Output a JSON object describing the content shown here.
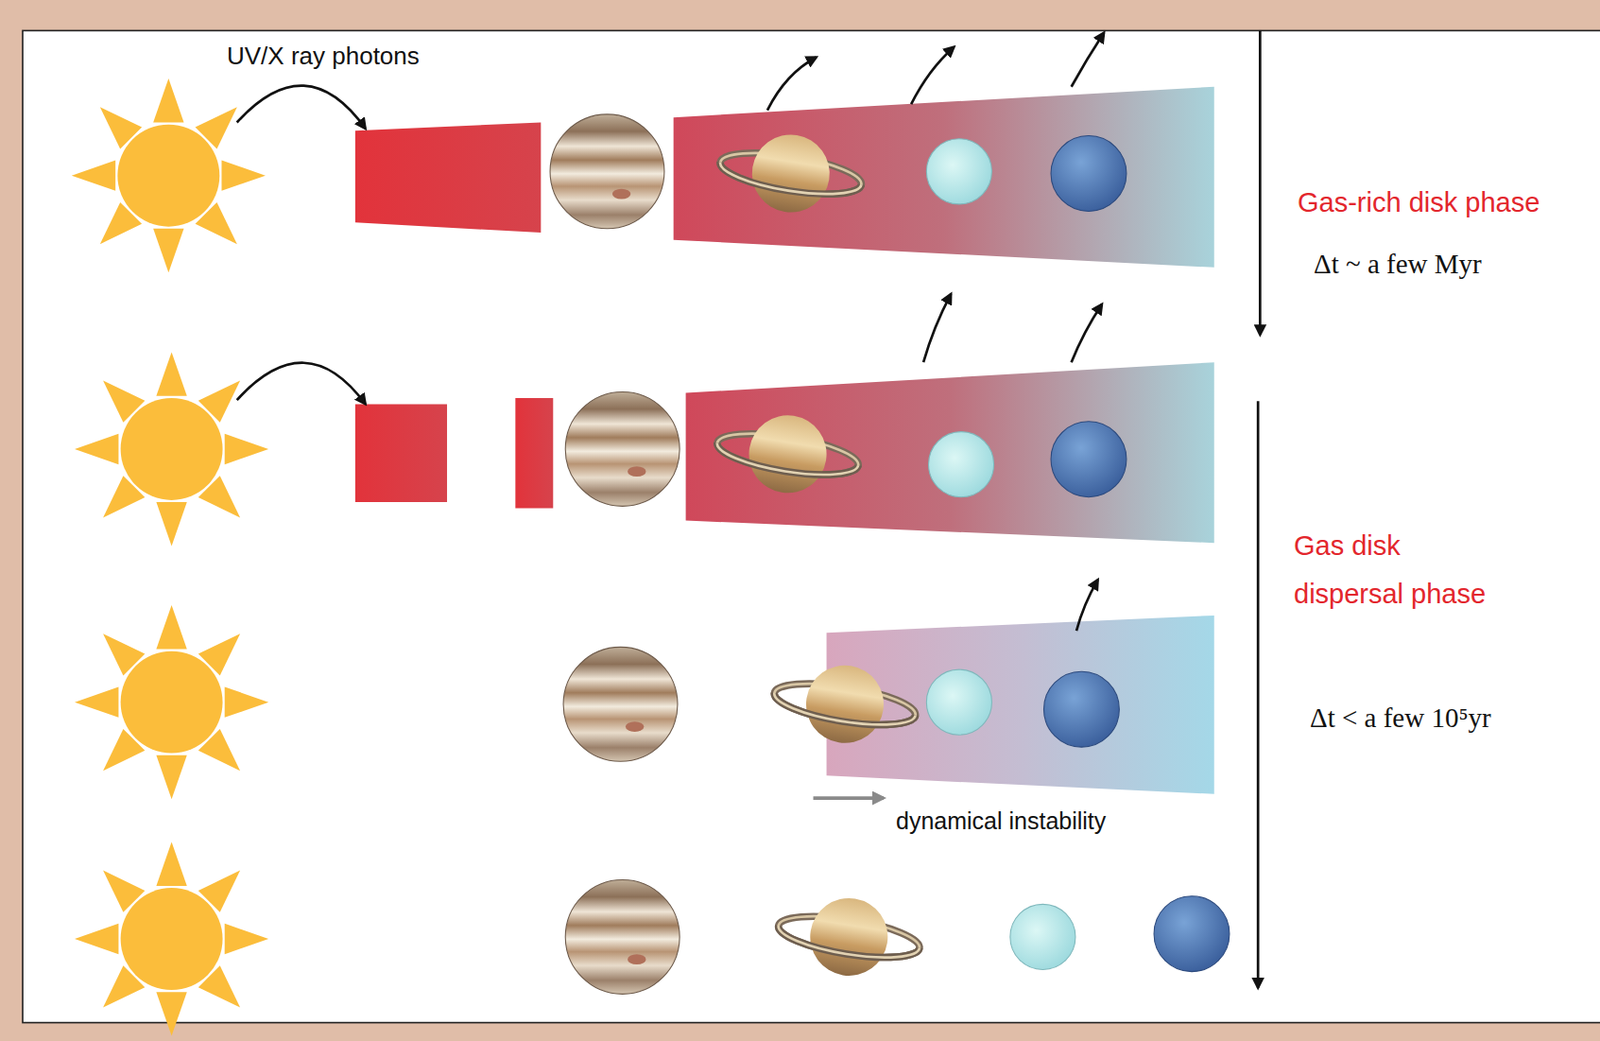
{
  "diagram": {
    "labels": [
      "UV/X ray photons",
      "Gas-rich disk phase",
      "Δt ~ a few Myr",
      "Gas disk dispersal phase",
      "Δt < a few 10⁵yr",
      "dynamical instability"
    ]
  }
}
